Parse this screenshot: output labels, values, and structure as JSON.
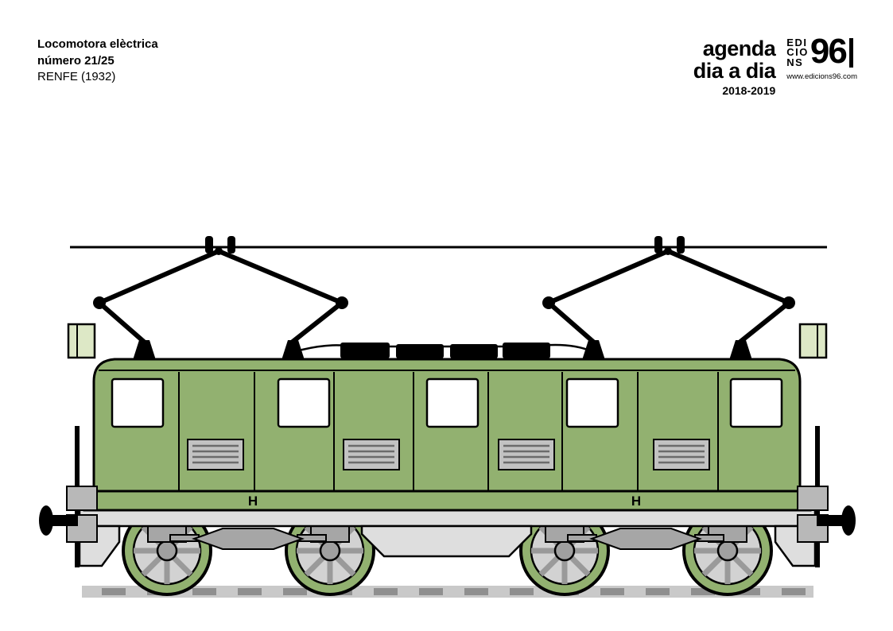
{
  "header": {
    "line1": "Locomotora elèctrica",
    "line2": "número 21/25",
    "line3": "RENFE (1932)"
  },
  "brand": {
    "agenda_line1": "agenda",
    "agenda_line2": "dia a dia",
    "years": "2018-2019",
    "logo_row1": "EDI",
    "logo_row2": "CIO",
    "logo_row3": "NS",
    "logo_number": "96",
    "website": "www.edicions96.com"
  },
  "illustration": {
    "subject": "electric-locomotive-side-view",
    "marking": "H",
    "colors": {
      "body_green": "#92b170",
      "lamp_green": "#dde8c6",
      "grille_gray": "#c2c2c2",
      "frame_gray": "#dedede",
      "bogie_gray": "#a6a6a6",
      "step_gray": "#b8b8b8",
      "track_gray": "#c9c9c9",
      "sleeper_gray": "#8f8f8f",
      "hub_gray": "#a0a0a0",
      "wheelface_gray": "#d2d2d2",
      "spoke_gray": "#9a9a9a"
    }
  }
}
